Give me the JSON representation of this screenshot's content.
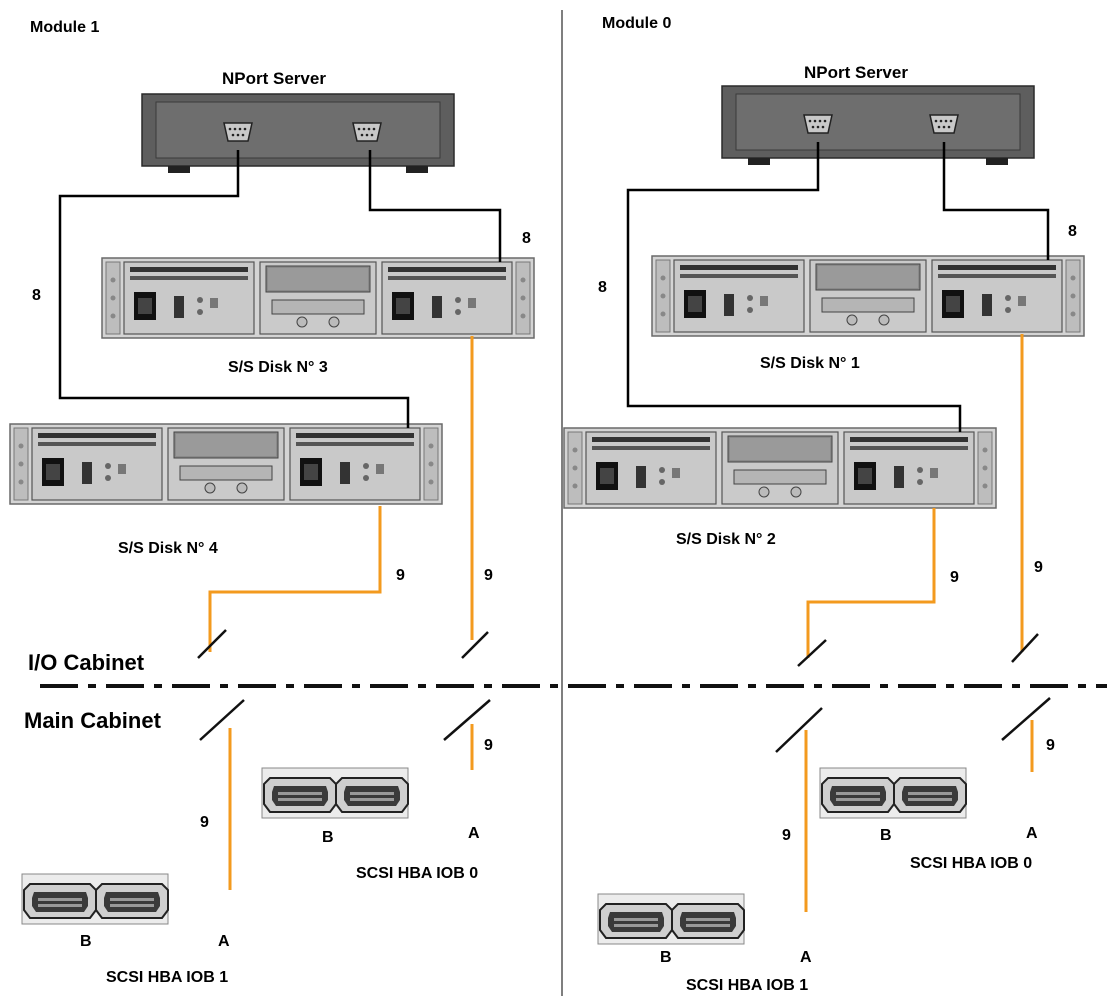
{
  "colors": {
    "background": "#ffffff",
    "cable_black": "#000000",
    "cable_orange": "#f39a1e",
    "device_dark": "#5e5e5e",
    "rack_light": "#d4d4d4"
  },
  "modules": {
    "left": "Module 1",
    "right": "Module 0"
  },
  "zones": {
    "io_cabinet": "I/O Cabinet",
    "main_cabinet": "Main Cabinet"
  },
  "servers": {
    "left": "NPort Server",
    "right": "NPort Server"
  },
  "disks": {
    "d3": "S/S Disk N° 3",
    "d4": "S/S Disk N° 4",
    "d1": "S/S Disk  N° 1",
    "d2": "S/S Disk N° 2"
  },
  "cable_labels": {
    "l8_top": "8",
    "l8_side": "8",
    "l9_d4": "9",
    "l9_d3": "9",
    "l9_main": "9",
    "l9_iob1": "9",
    "r8_top": "8",
    "r8_side": "8",
    "r9_d2": "9",
    "r9_d1": "9",
    "r9_main": "9",
    "r9_iob1": "9"
  },
  "hba": {
    "left_iob0": {
      "b": "B",
      "a": "A",
      "title": "SCSI HBA  IOB 0"
    },
    "left_iob1": {
      "b": "B",
      "a": "A",
      "title": "SCSI HBA   IOB 1"
    },
    "right_iob0": {
      "b": "B",
      "a": "A",
      "title": "SCSI HBA  IOB 0"
    },
    "right_iob1": {
      "b": "B",
      "a": "A",
      "title": "SCSI HBA  IOB 1"
    }
  }
}
